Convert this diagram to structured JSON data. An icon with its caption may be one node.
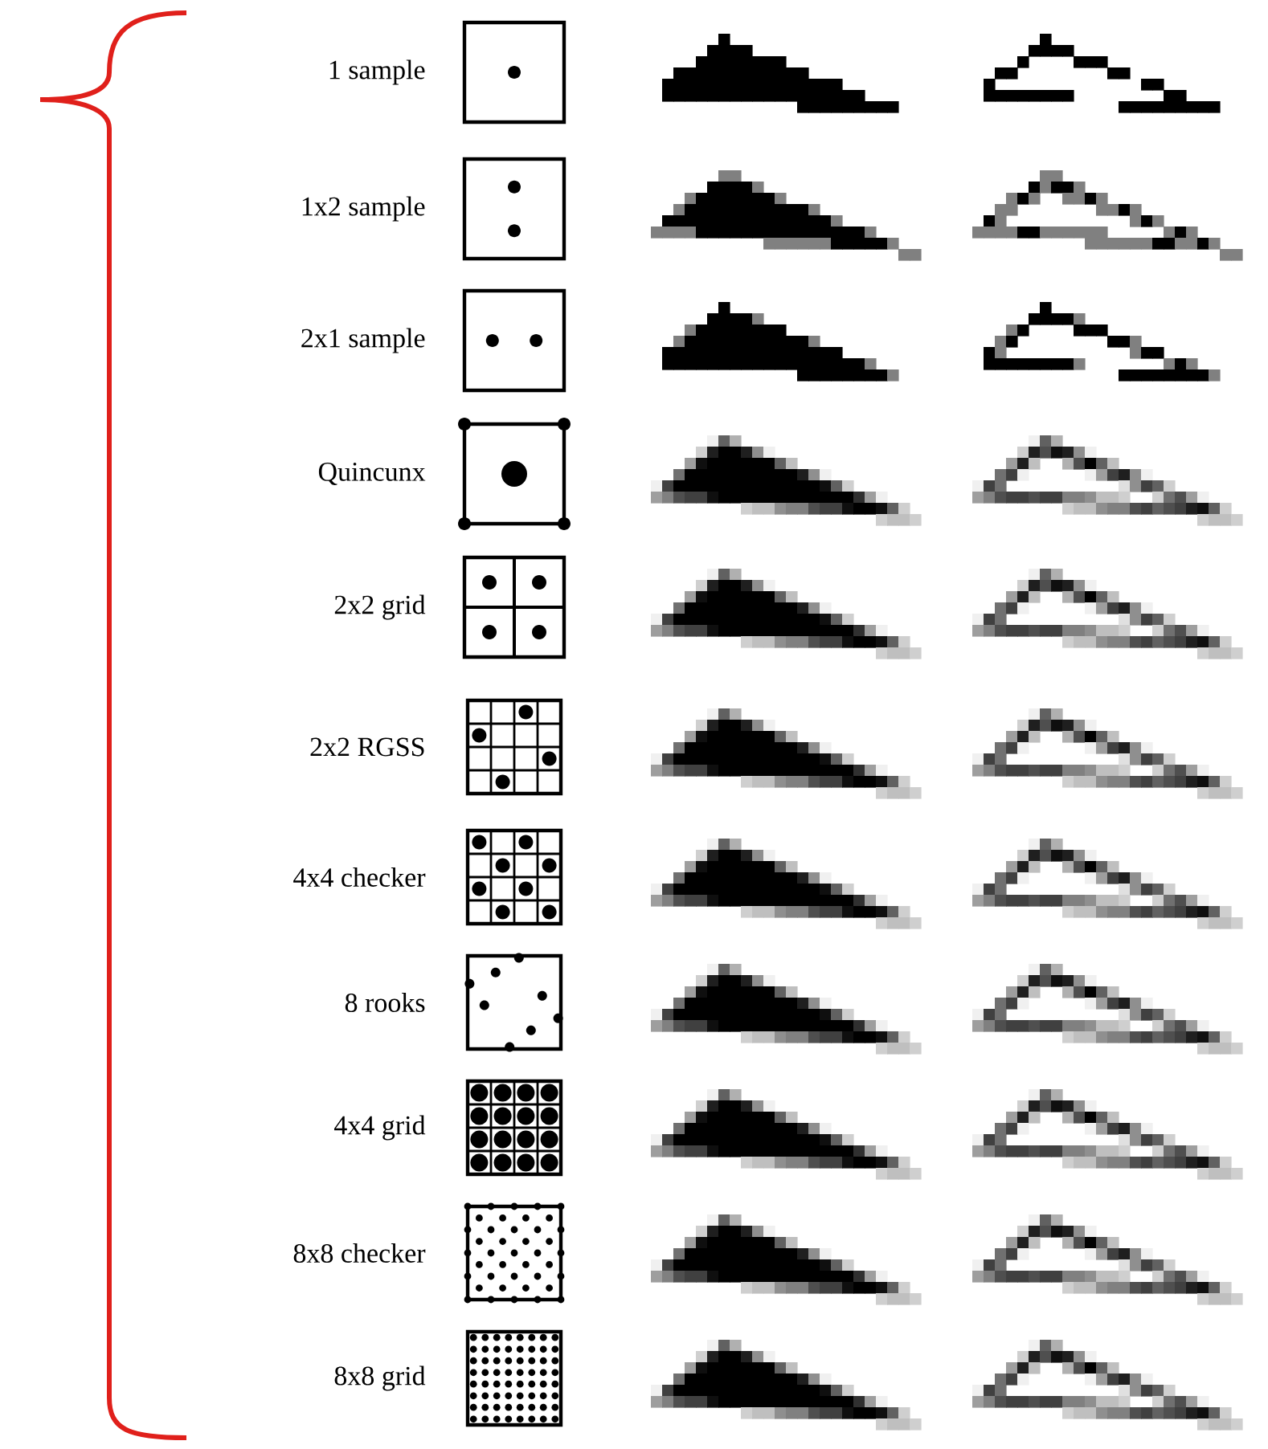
{
  "diagram": {
    "labels": [
      "1 sample",
      "1x2 sample",
      "2x1 sample",
      "Quincunx",
      "2x2 grid",
      "2x2 RGSS",
      "4x4 checker",
      "8 rooks",
      "4x4 grid",
      "8x8 checker",
      "8x8 grid"
    ]
  }
}
